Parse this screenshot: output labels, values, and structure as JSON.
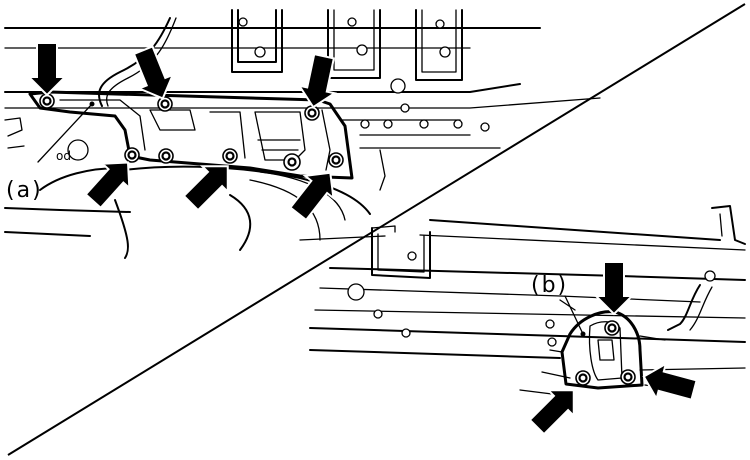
{
  "callouts": {
    "a": "(a)",
    "b": "(b)",
    "od": "od"
  }
}
